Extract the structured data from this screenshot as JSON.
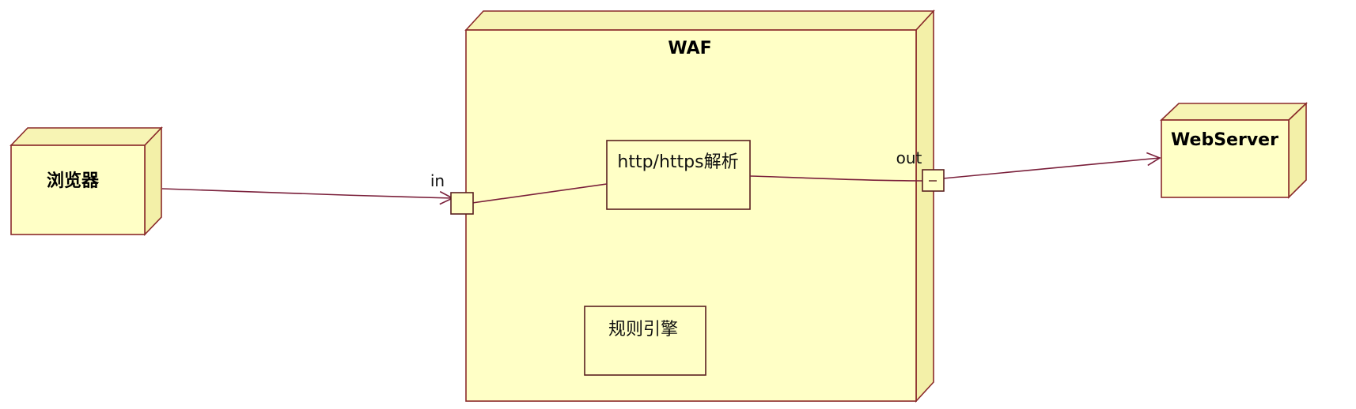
{
  "diagram": {
    "nodes": {
      "browser": {
        "label": "浏览器"
      },
      "waf": {
        "label": "WAF"
      },
      "webserver": {
        "label": "WebServer"
      }
    },
    "components": {
      "parser": {
        "label": "http/https解析"
      },
      "rule_engine": {
        "label": "规则引擎"
      }
    },
    "ports": {
      "in": {
        "label": "in"
      },
      "out": {
        "label": "out"
      }
    },
    "colors": {
      "node_fill": "#ffffc6",
      "border": "#8a2a2a",
      "connector": "#7a1f3a"
    }
  }
}
